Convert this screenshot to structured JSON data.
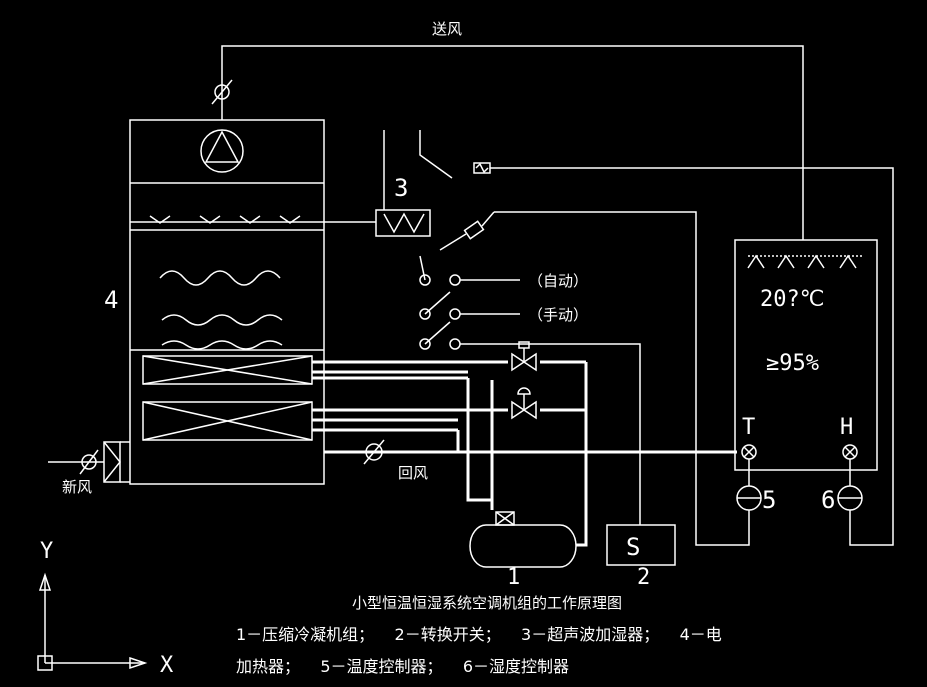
{
  "labels": {
    "supply_air": "送风",
    "fresh_air": "新风",
    "return_air": "回风",
    "auto": "（自动）",
    "manual": "（手动）",
    "num1": "1",
    "num2": "2",
    "num3": "3",
    "num4": "4",
    "num5": "5",
    "num6": "6",
    "s_box": "S",
    "t_sensor": "T",
    "h_sensor": "H",
    "temp_reading": "20?℃",
    "humid_reading": "≥95%",
    "axis_y": "Y",
    "axis_x": "X"
  },
  "caption": {
    "title": "小型恒温恒湿系统空调机组的工作原理图",
    "legend_line1": "1－压缩冷凝机组；    2－转换开关；    3－超声波加湿器；    4－电",
    "legend_line2": "加热器；    5－温度控制器；    6－湿度控制器"
  }
}
